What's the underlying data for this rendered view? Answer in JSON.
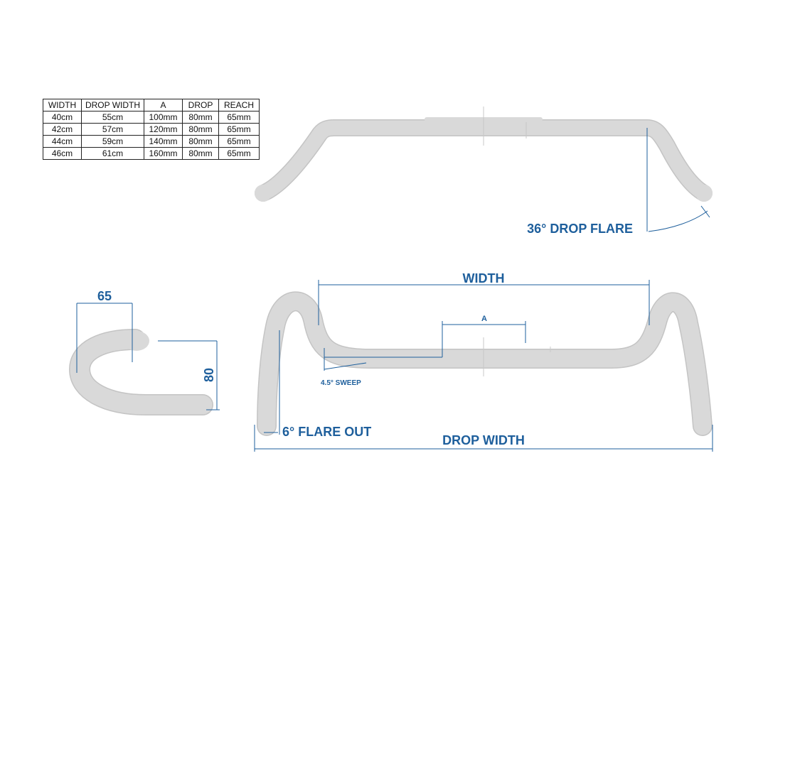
{
  "table": {
    "headers": [
      "WIDTH",
      "DROP WIDTH",
      "A",
      "DROP",
      "REACH"
    ],
    "rows": [
      [
        "40cm",
        "55cm",
        "100mm",
        "80mm",
        "65mm"
      ],
      [
        "42cm",
        "57cm",
        "120mm",
        "80mm",
        "65mm"
      ],
      [
        "44cm",
        "59cm",
        "140mm",
        "80mm",
        "65mm"
      ],
      [
        "46cm",
        "61cm",
        "160mm",
        "80mm",
        "65mm"
      ]
    ]
  },
  "labels": {
    "drop_flare": "36° DROP FLARE",
    "width": "WIDTH",
    "a": "A",
    "sweep": "4.5° SWEEP",
    "flare_out": "6° FLARE OUT",
    "drop_width": "DROP WIDTH",
    "reach": "65",
    "drop": "80"
  },
  "colors": {
    "dimension": "#1e5f9c",
    "bar_fill": "#d9d9d9",
    "bar_edge": "#c4c4c4",
    "table_border": "#222222"
  }
}
